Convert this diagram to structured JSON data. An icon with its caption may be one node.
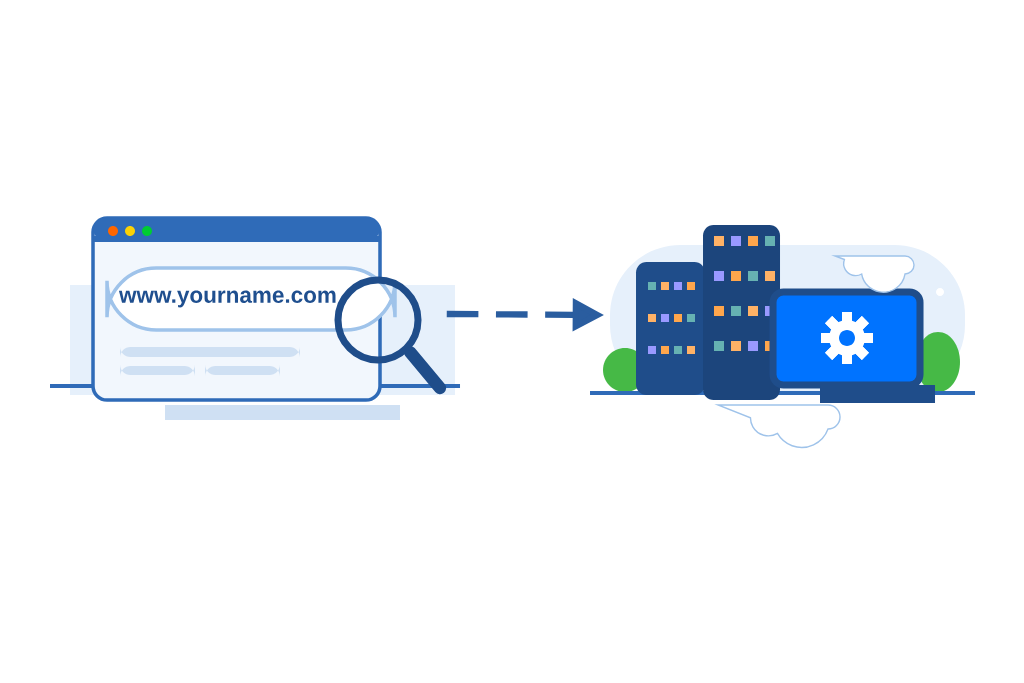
{
  "diagram": {
    "nodes": [
      {
        "text": [
          "www.yourname.com"
        ]
      },
      {
        "text": [],
        "shape": "picture"
      }
    ],
    "edges": [
      {
        "from": 0,
        "to": 1,
        "arrow": "to",
        "style": "dashed",
        "color": "#2a5d9f"
      }
    ]
  }
}
